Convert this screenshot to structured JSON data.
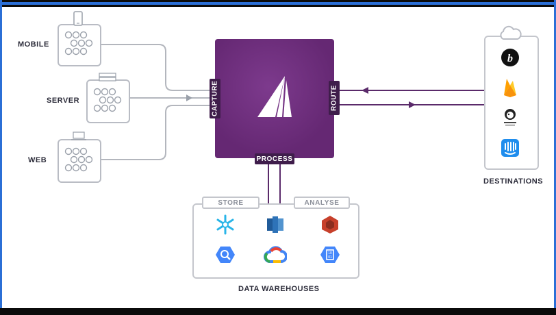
{
  "sources": [
    {
      "label": "MOBILE",
      "icon": "mobile-phone-icon"
    },
    {
      "label": "SERVER",
      "icon": "server-rack-icon"
    },
    {
      "label": "WEB",
      "icon": "laptop-icon"
    }
  ],
  "hub": {
    "capture_label": "CAPTURE",
    "route_label": "ROUTE",
    "process_label": "PROCESS",
    "logo_icon": "segment-sail-logo-icon"
  },
  "warehouses": {
    "store_label": "STORE",
    "analyse_label": "ANALYSE",
    "caption": "DATA WAREHOUSES",
    "icons": [
      "snowflake-icon",
      "redshift-icon",
      "s3-athena-icon",
      "bigquery-icon",
      "google-cloud-icon",
      "database-icon"
    ]
  },
  "destinations": {
    "caption": "DESTINATIONS",
    "icons": [
      "cloud-icon",
      "braze-icon",
      "firebase-icon",
      "mailchimp-icon",
      "intercom-icon"
    ]
  },
  "colors": {
    "process_purple": "#6b2b7a",
    "tag_purple": "#3f1d4b",
    "line_gray": "#b3b6bd",
    "route_line": "#5a2a6a"
  }
}
